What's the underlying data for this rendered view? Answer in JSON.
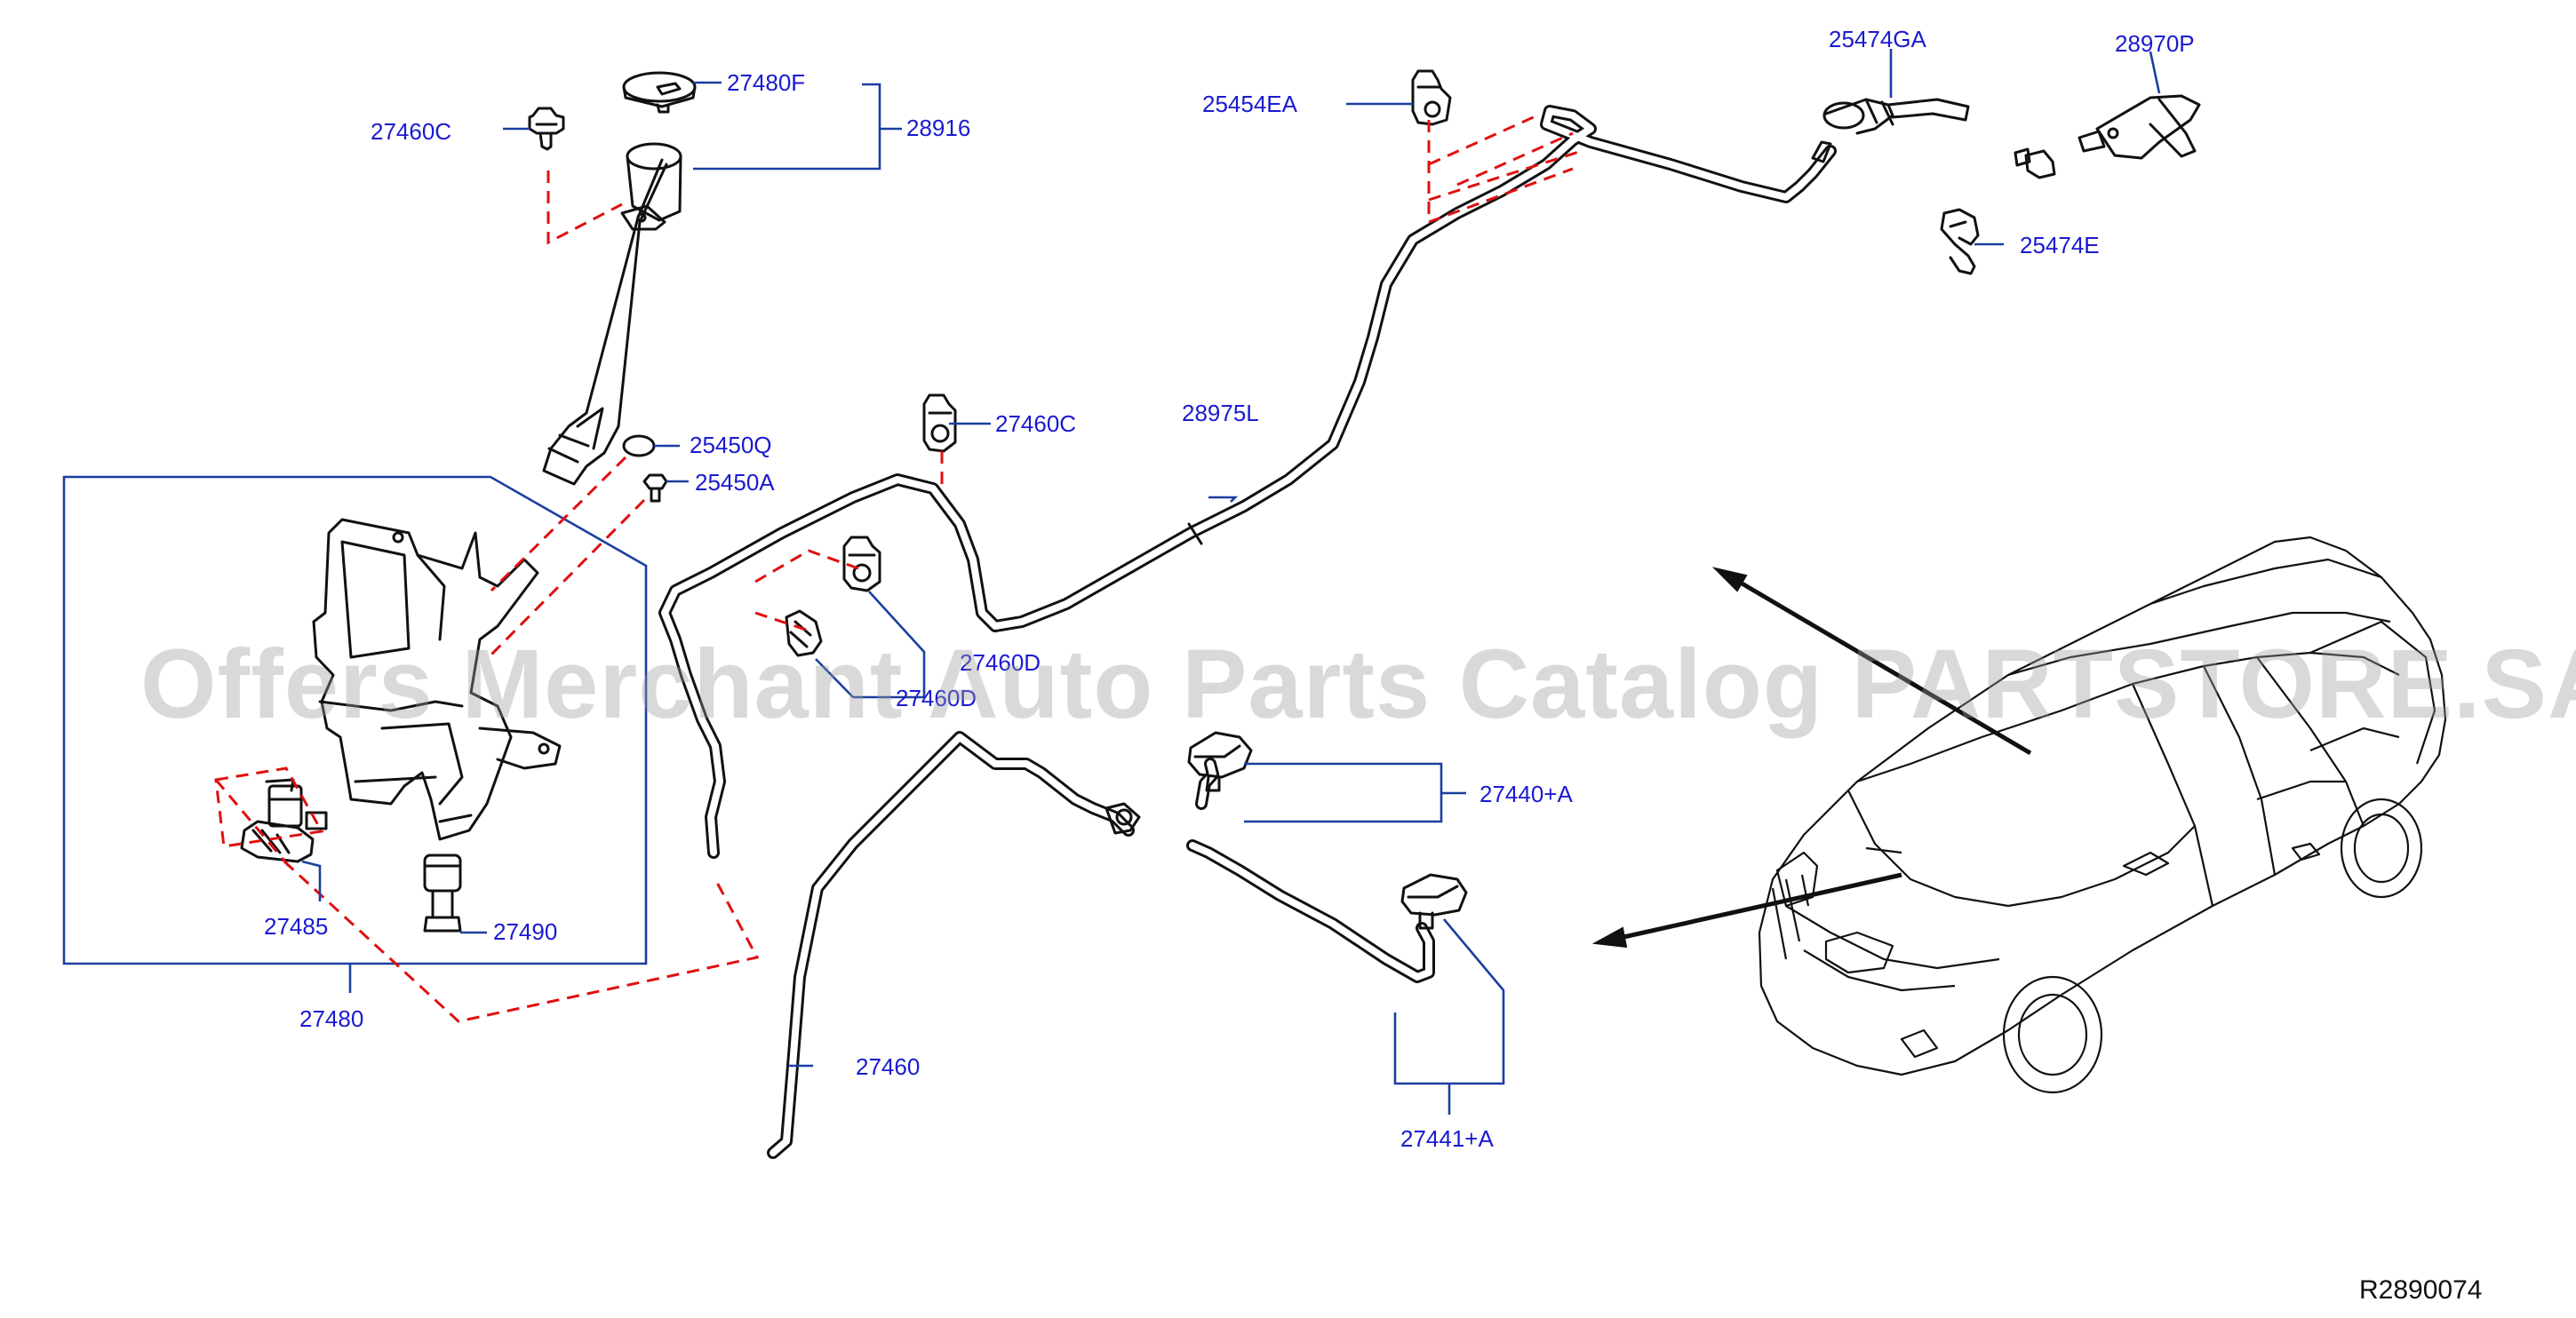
{
  "diagram": {
    "watermark": "Offers Merchant Auto Parts Catalog PARTSTORE.SA",
    "ref_number": "R2890074",
    "labels": {
      "p27480F": "27480F",
      "p28916": "28916",
      "p27460C_a": "27460C",
      "p25450Q": "25450Q",
      "p25450A": "25450A",
      "p27485": "27485",
      "p27490": "27490",
      "p27480": "27480",
      "p27460C_b": "27460C",
      "p27460D": "27460D",
      "p27460D_b": "27460D",
      "p28975L": "28975L",
      "p25454EA": "25454EA",
      "p25474GA": "25474GA",
      "p28970P": "28970P",
      "p25474E": "25474E",
      "p27440A": "27440+A",
      "p27441A": "27441+A",
      "p27460": "27460"
    }
  }
}
